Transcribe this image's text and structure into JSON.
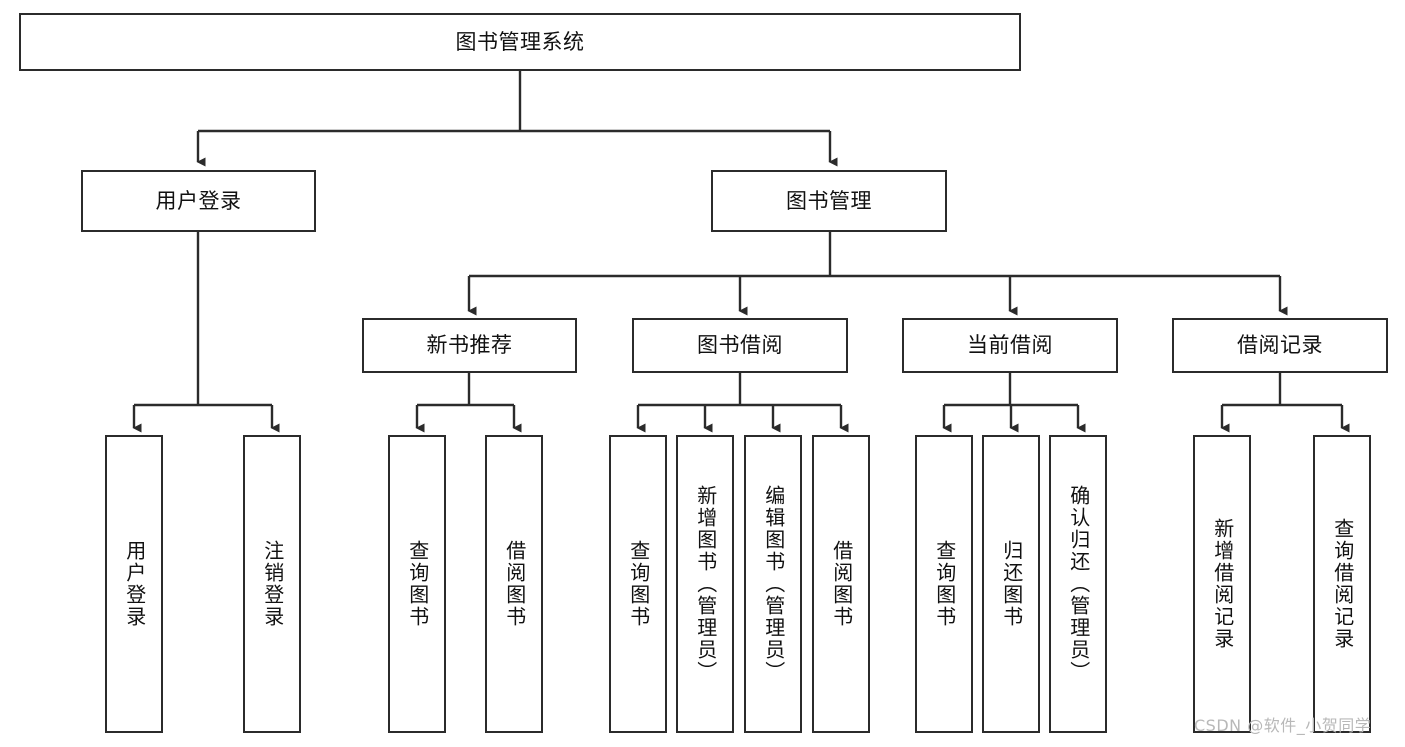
{
  "diagram": {
    "title": "图书管理系统",
    "type": "hierarchy-tree",
    "watermark": "CSDN @软件_小贺同学",
    "root": {
      "label": "图书管理系统"
    },
    "level2": [
      {
        "label": "用户登录"
      },
      {
        "label": "图书管理"
      }
    ],
    "level3": [
      {
        "label": "新书推荐"
      },
      {
        "label": "图书借阅"
      },
      {
        "label": "当前借阅"
      },
      {
        "label": "借阅记录"
      }
    ],
    "leaves": {
      "user_login": [
        {
          "label": "用户登录"
        },
        {
          "label": "注销登录"
        }
      ],
      "new_book_recommend": [
        {
          "label": "查询图书"
        },
        {
          "label": "借阅图书"
        }
      ],
      "book_borrow": [
        {
          "label": "查询图书"
        },
        {
          "label": "新增图书（管理员）"
        },
        {
          "label": "编辑图书（管理员）"
        },
        {
          "label": "借阅图书"
        }
      ],
      "current_borrow": [
        {
          "label": "查询图书"
        },
        {
          "label": "归还图书"
        },
        {
          "label": "确认归还（管理员）"
        }
      ],
      "borrow_record": [
        {
          "label": "新增借阅记录"
        },
        {
          "label": "查询借阅记录"
        }
      ]
    },
    "colors": {
      "background": "#ffffff",
      "box_fill": "#ffffff",
      "box_border": "#2b2b2b",
      "connector": "#2b2b2b",
      "text": "#111111",
      "watermark": "#b8b8b8"
    }
  }
}
